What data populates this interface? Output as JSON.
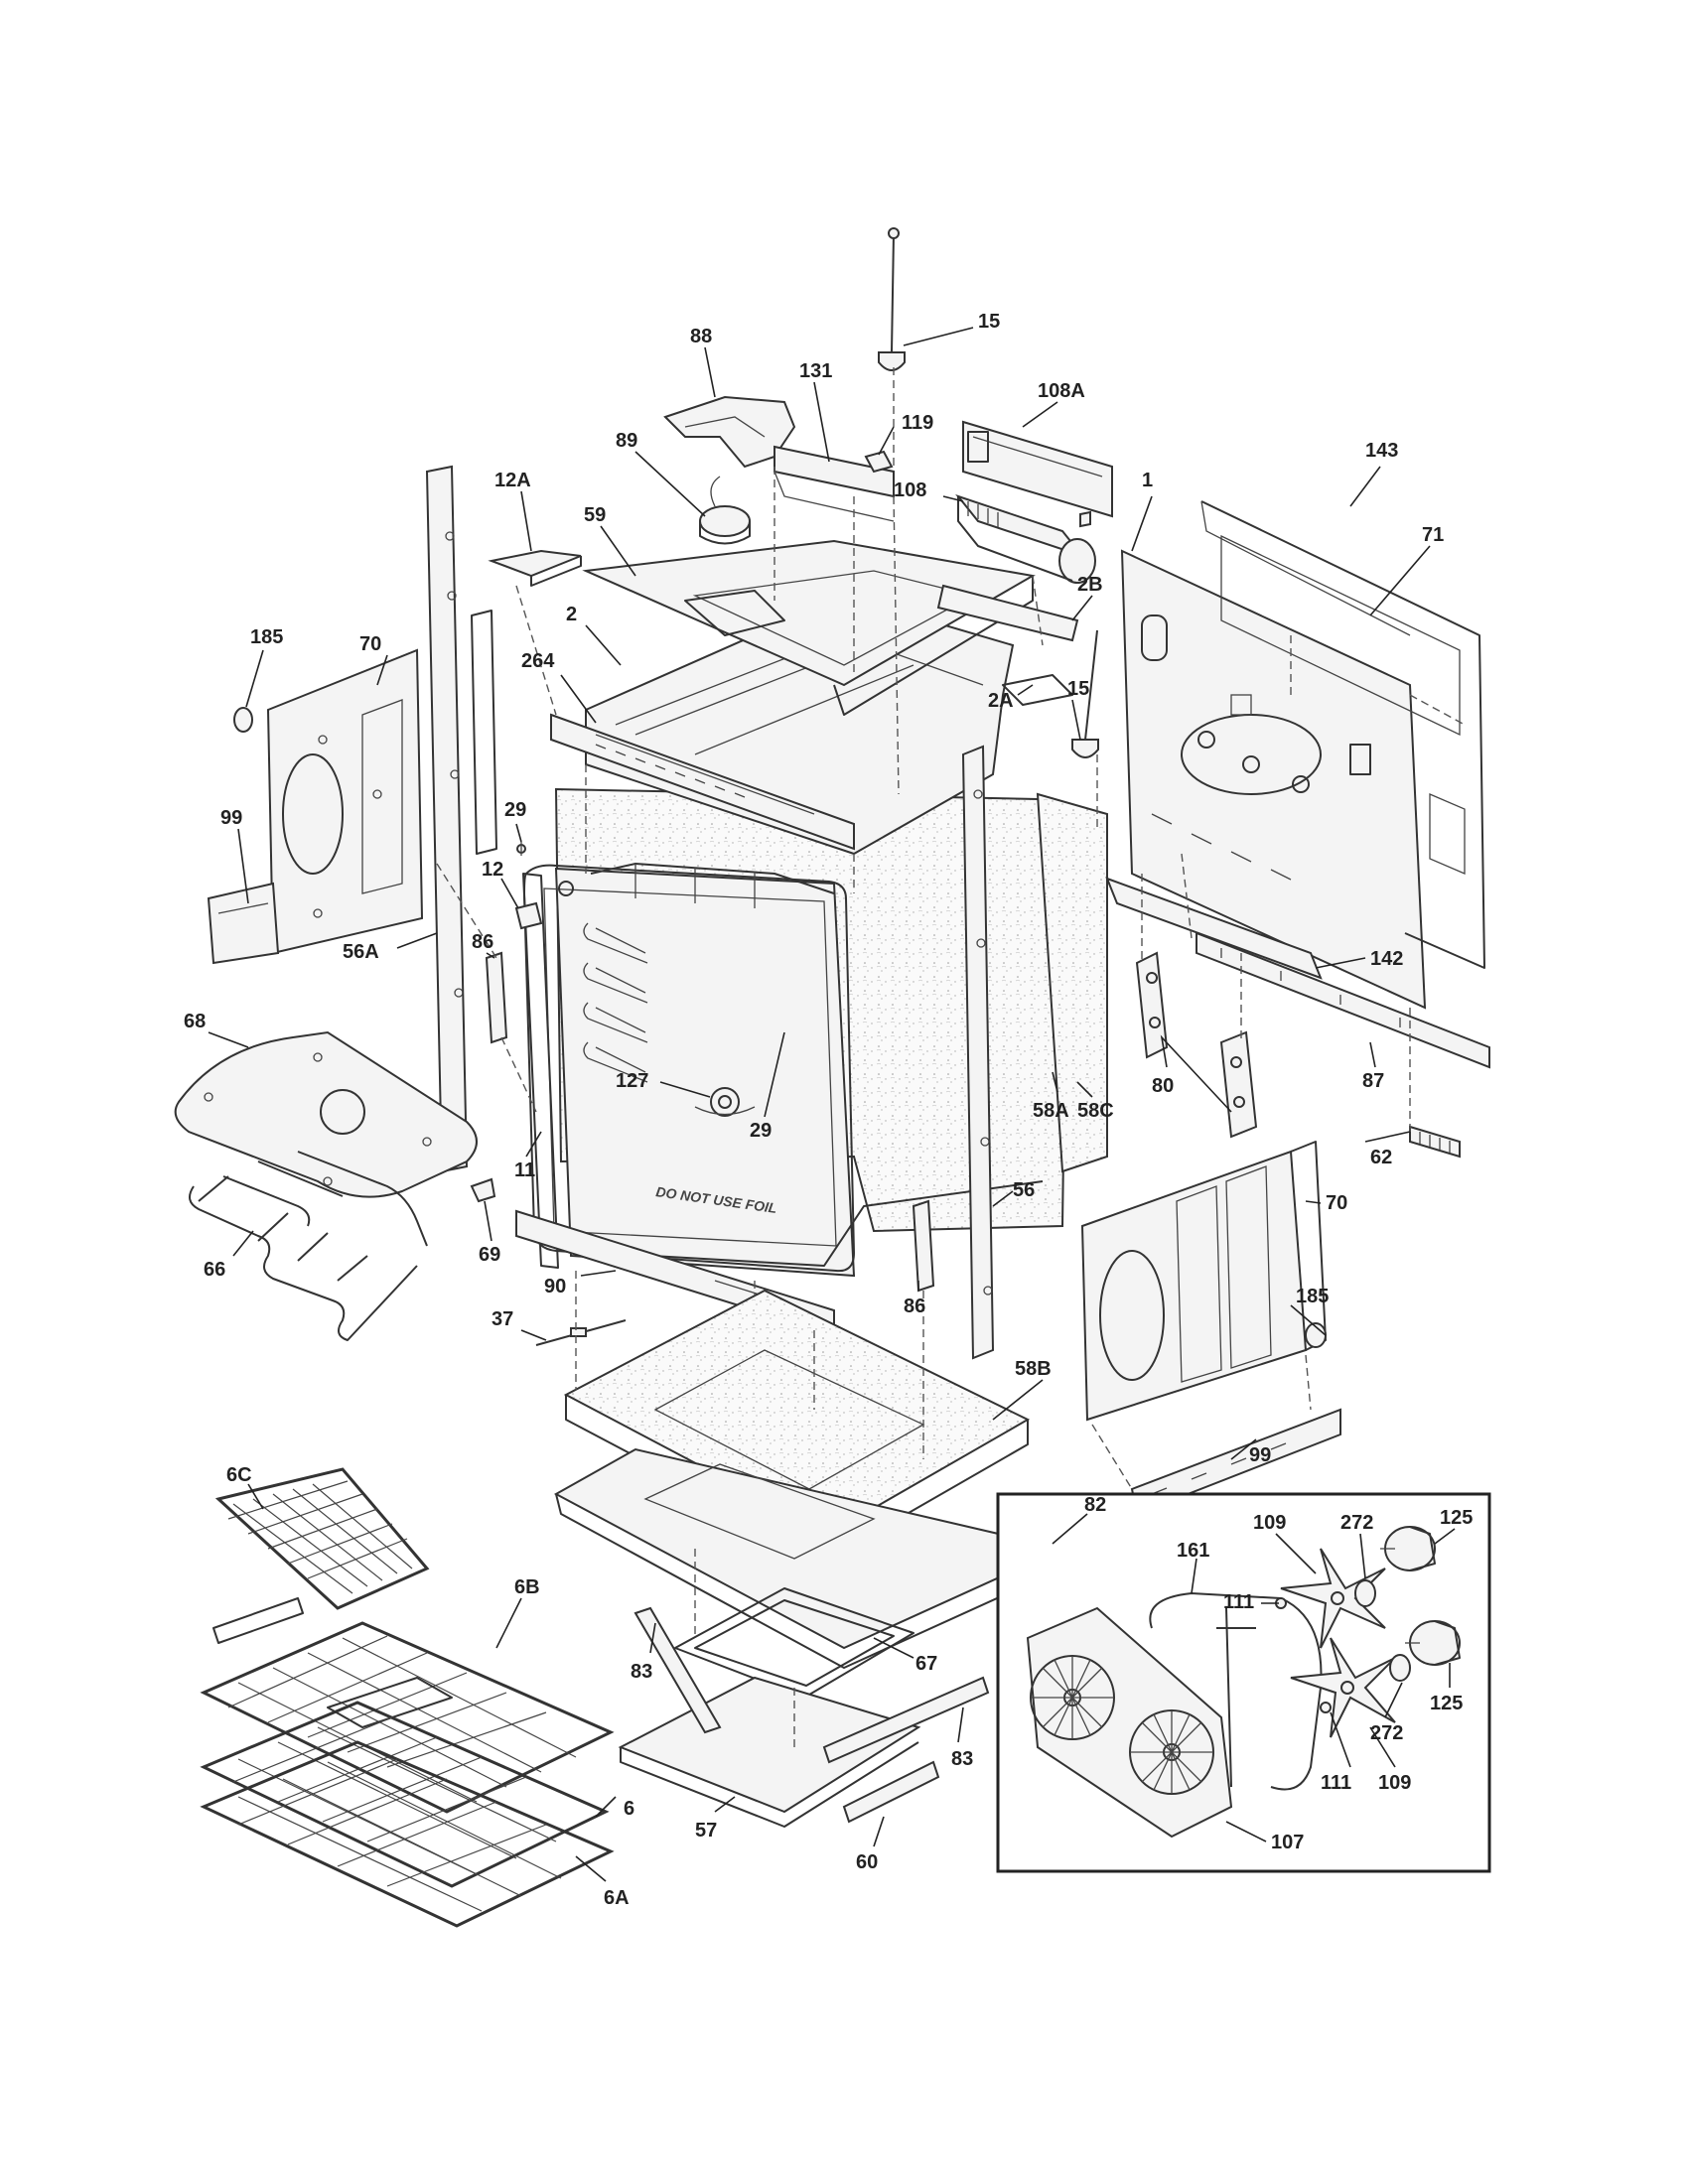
{
  "callouts": {
    "c15a": "15",
    "c88": "88",
    "c131": "131",
    "c108a": "108A",
    "c119": "119",
    "c89": "89",
    "c108": "108",
    "c12a": "12A",
    "c59": "59",
    "c1": "1",
    "c143": "143",
    "c71": "71",
    "c185a": "185",
    "c70a": "70",
    "c2": "2",
    "c2b": "2B",
    "c264": "264",
    "c2a": "2A",
    "c15b": "15",
    "c29a": "29",
    "c99a": "99",
    "c12": "12",
    "c56a": "56A",
    "c86a": "86",
    "c142": "142",
    "c68": "68",
    "c127": "127",
    "c29b": "29",
    "c58c": "58C",
    "c80": "80",
    "c87": "87",
    "c11": "11",
    "c58a": "58A",
    "c62": "62",
    "c66": "66",
    "c69": "69",
    "c56": "56",
    "c70b": "70",
    "c90": "90",
    "c86b": "86",
    "c185b": "185",
    "c37": "37",
    "c58b": "58B",
    "c6c": "6C",
    "c99b": "99",
    "c82": "82",
    "c6b": "6B",
    "c109a": "109",
    "c272a": "272",
    "c125a": "125",
    "c161": "161",
    "c111a": "111",
    "c83a": "83",
    "c67": "67",
    "c125b": "125",
    "c272b": "272",
    "c6": "6",
    "c111b": "111",
    "c109b": "109",
    "c83b": "83",
    "c57": "57",
    "c60": "60",
    "c107": "107",
    "c6a": "6A"
  },
  "cavity_stamp": "DO NOT USE FOIL"
}
